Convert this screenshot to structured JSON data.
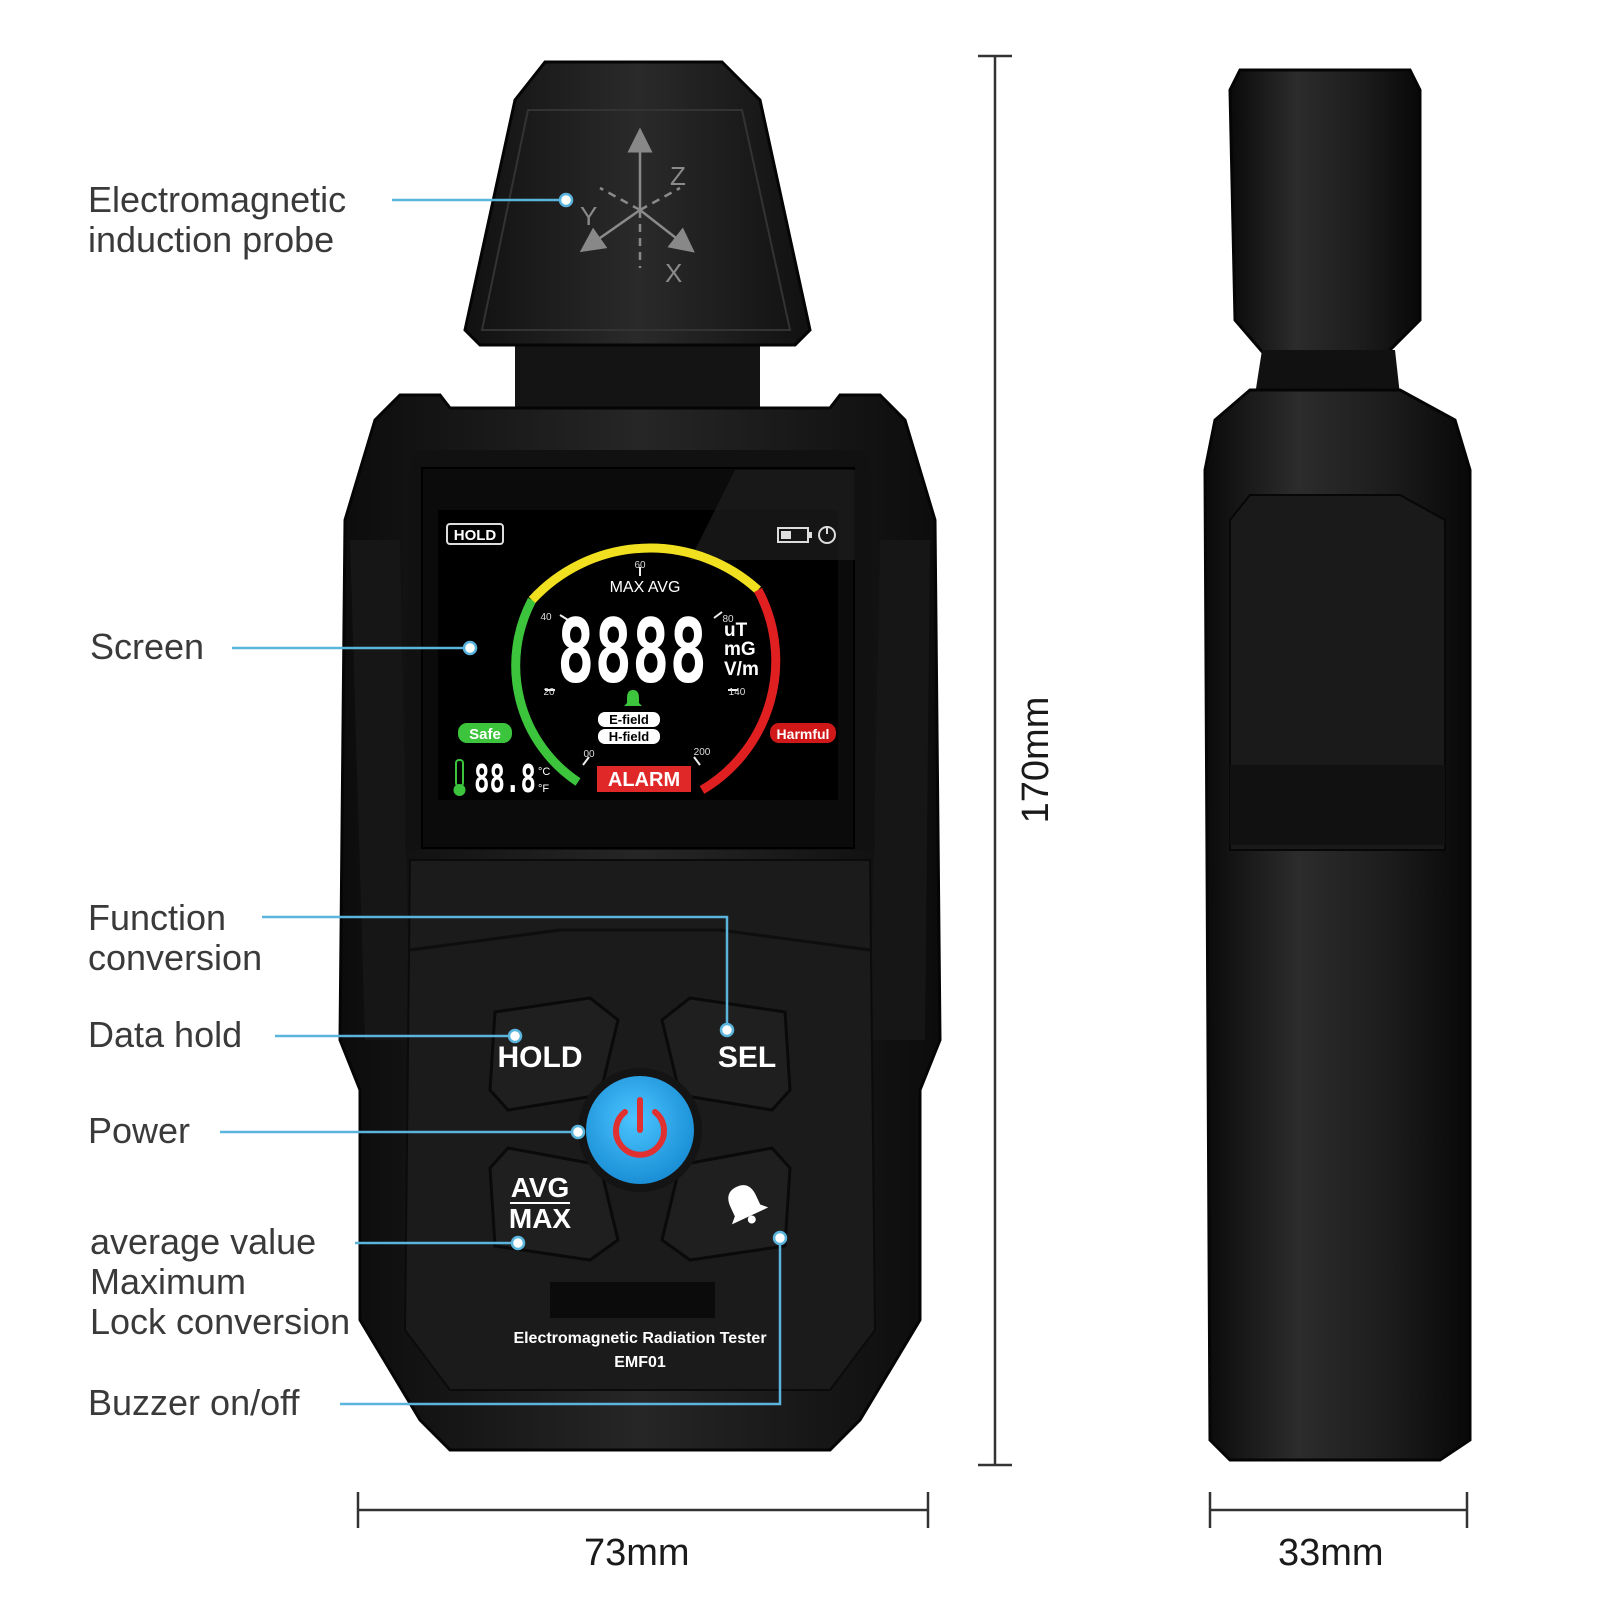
{
  "callouts": {
    "probe_line1": "Electromagnetic",
    "probe_line2": "induction probe",
    "screen": "Screen",
    "function_line1": "Function",
    "function_line2": "conversion",
    "data_hold": "Data hold",
    "power": "Power",
    "avg_line1": "average value",
    "avg_line2": "Maximum",
    "avg_line3": "Lock conversion",
    "buzzer": "Buzzer on/off"
  },
  "dimensions": {
    "height": "170mm",
    "width": "73mm",
    "depth": "33mm"
  },
  "display": {
    "hold": "HOLD",
    "max_avg": "MAX AVG",
    "reading": "8888",
    "unit_ut": "uT",
    "unit_mg": "mG",
    "unit_vm": "V/m",
    "safe": "Safe",
    "harmful": "Harmful",
    "e_field": "E-field",
    "h_field": "H-field",
    "alarm": "ALARM",
    "temperature": "88.8",
    "temp_c": "°C",
    "temp_f": "°F",
    "scale_ticks": [
      "00",
      "20",
      "40",
      "60",
      "80",
      "140",
      "200"
    ]
  },
  "axes": {
    "x": "X",
    "y": "Y",
    "z": "Z"
  },
  "buttons": {
    "hold": "HOLD",
    "sel": "SEL",
    "avg": "AVG",
    "max": "MAX"
  },
  "device": {
    "name": "Electromagnetic Radiation Tester",
    "model": "EMF01"
  },
  "colors": {
    "callout_line": "#5ab4dc",
    "power_button": "#27a5e8",
    "power_icon": "#e03030",
    "gauge_green": "#3cc43c",
    "gauge_yellow": "#f0e020",
    "gauge_red": "#e02020",
    "alarm_red": "#e02828"
  }
}
